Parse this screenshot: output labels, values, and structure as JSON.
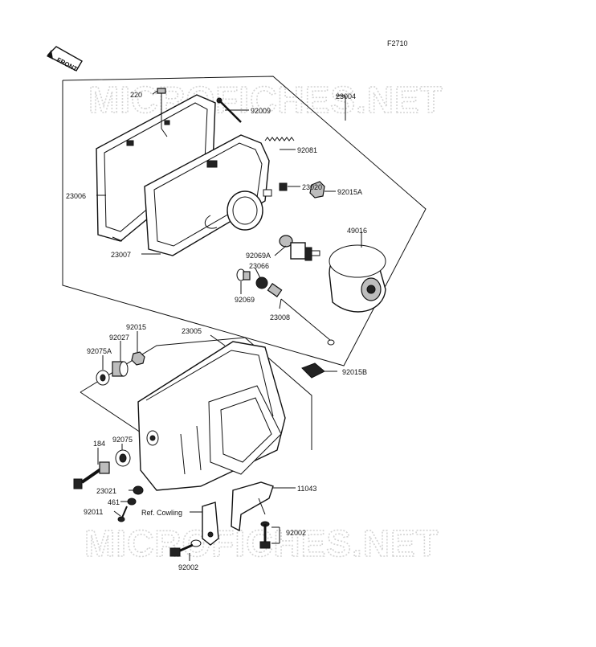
{
  "figure": {
    "code": "F2710"
  },
  "watermark": {
    "text": "MICROFICHES.NET"
  },
  "front_badge": {
    "text": "FRONT"
  },
  "labels": {
    "p220": "220",
    "p92009": "92009",
    "p23004": "23004",
    "p92081": "92081",
    "p23006": "23006",
    "p92015A": "92015A",
    "p23020": "23020",
    "p49016": "49016",
    "p23007": "23007",
    "p92069A": "92069A",
    "p23066": "23066",
    "p92069": "92069",
    "p23008": "23008",
    "p92015": "92015",
    "p92027": "92027",
    "p23005": "23005",
    "p92075A": "92075A",
    "p92015B": "92015B",
    "p184": "184",
    "p92075": "92075",
    "p23021": "23021",
    "p11043": "11043",
    "p461": "461",
    "p92011": "92011",
    "refCowling": "Ref. Cowling",
    "p92002a": "92002",
    "p92002b": "92002"
  }
}
